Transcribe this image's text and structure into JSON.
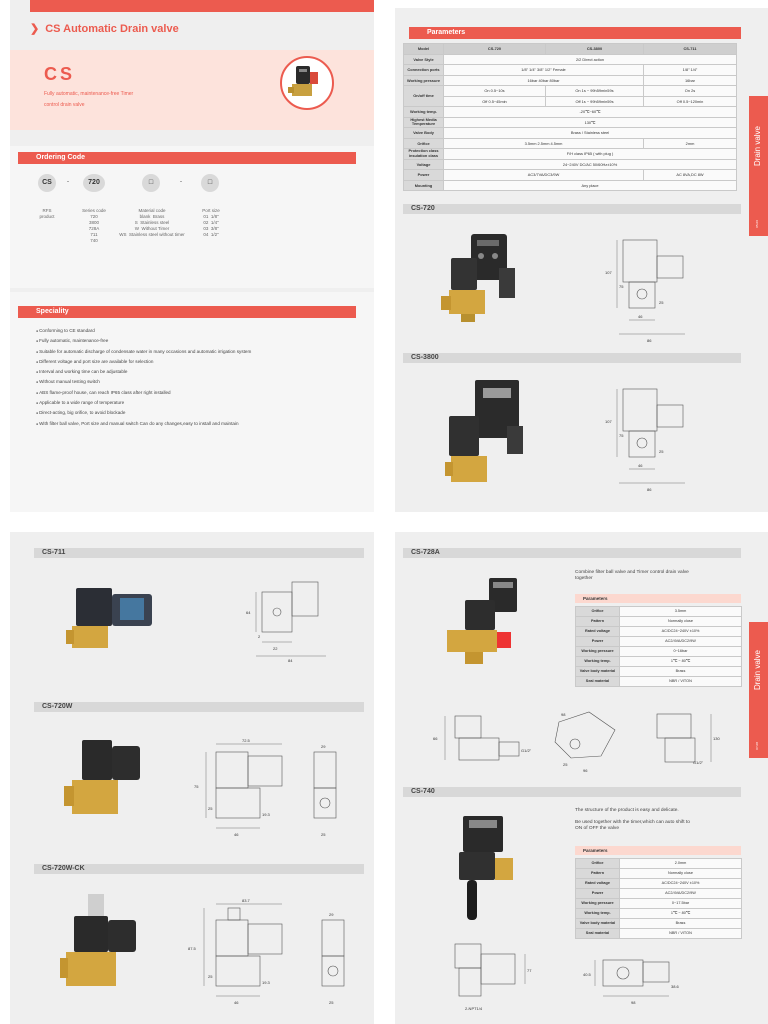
{
  "page1": {
    "title": "CS Automatic Drain valve",
    "hero": {
      "code": "CS",
      "subtitle_line1": "Fully automatic, maintenance-free Timer",
      "subtitle_line2": "control drain valve"
    },
    "ordering": {
      "header": "Ordering Code",
      "boxes": [
        "CS",
        "720",
        "□",
        "□"
      ],
      "captions": [
        "RFS\nproduct",
        "Series code\n720\n3800\n728A\n711\n740",
        "Material code\nblank  Brass\nS  Stainless steel\nW  Without Timer\nWS  Stainless steel without timer",
        "Port size\n01  1/8\"\n02  1/4\"\n03  3/8\"\n04  1/2\""
      ]
    },
    "speciality": {
      "header": "Speciality",
      "items": [
        "Conforming to CE standard",
        "Fully automatic, maintenance-free",
        "Suitable for automatic discharge of condensate water in many occasions and automatic irrigation system",
        "Different voltage and port size are available for selection",
        "Interval and working time can be adjustable",
        "Without manual testing switch",
        "ABS flame-proof house, can reach IP65 class after right installed",
        "Applicable to a wide range of temperature",
        "Direct-acting, big orifice, to avoid blockade",
        "With filter ball valve, Port size and manual switch Can do any changes,easy to install and maintain"
      ]
    }
  },
  "page2": {
    "header": "Parameters",
    "table": {
      "columns": [
        "Model",
        "CS-720",
        "CS-3800",
        "CS-711"
      ],
      "rows": [
        [
          "Valve Style",
          "2/2 Direct action"
        ],
        [
          "Connection ports",
          "1/8\"   1/4\"   3/8\"   1/2\" Female",
          "1/8\"   1/4\""
        ],
        [
          "Working pressure",
          "16bar   40bar   80bar",
          "16bar"
        ],
        [
          "On/off time",
          "On 0.5~10s",
          "On 1s ~ 99h59min59s",
          "On 2s"
        ],
        [
          "",
          "Off 0.5~45min",
          "Off 1s ~ 99h59min59s",
          "Off 0.5~120min"
        ],
        [
          "Working temp.",
          "-20℃~60℃"
        ],
        [
          "Highest Media Temperature",
          "130℃"
        ],
        [
          "Valve Body",
          "Brass / Stainless steel"
        ],
        [
          "Orifice",
          "3.5mm   2.5mm   4.5mm",
          "2mm"
        ],
        [
          "Protection class insulation class",
          "F/H class   IP65 ( with plug )"
        ],
        [
          "Voltage",
          "24~240V   DC/AC   50/60Hz±10%"
        ],
        [
          "Power",
          "AC3/7VA/DC3/9W",
          "AC 8VA,DC 8W"
        ],
        [
          "Mounting",
          "Any place"
        ]
      ]
    },
    "side_label": "Drain valve",
    "side_num": "05-06",
    "models": [
      "CS-720",
      "CS-3800"
    ],
    "dims_720": [
      "107",
      "75",
      "25",
      "46",
      "86"
    ],
    "dims_3800": [
      "107",
      "75",
      "25",
      "46",
      "86"
    ]
  },
  "page3": {
    "models": [
      "CS-711",
      "CS-720W",
      "CS-720W-CK"
    ],
    "dims_711": [
      "64",
      "2",
      "22",
      "84"
    ],
    "dims_720w": [
      "72.5",
      "29",
      "75",
      "25",
      "19.3",
      "46",
      "25"
    ],
    "dims_720wck": [
      "83.7",
      "29",
      "87.5",
      "25",
      "19.3",
      "46",
      "25"
    ]
  },
  "page4": {
    "side_label": "Drain valve",
    "side_num": "07-08",
    "cs728a": {
      "title": "CS-728A",
      "desc_line1": "Combine filter ball valve and Timer control drain valve",
      "desc_line2": "together",
      "params_header": "Parameters",
      "rows": [
        [
          "Orifice",
          "3.5mm"
        ],
        [
          "Pattern",
          "Normally close"
        ],
        [
          "Rated voltage",
          "AC/DC24~240V ±10%"
        ],
        [
          "Power",
          "AC2/4VA/DC2/9W"
        ],
        [
          "Working pressure",
          "0~16bar"
        ],
        [
          "Working temp.",
          "1℃ ~ 80℃"
        ],
        [
          "Valve body material",
          "Brass"
        ],
        [
          "Seal material",
          "NBR / VITON"
        ]
      ],
      "dims": [
        "66",
        "G1/2\"",
        "98",
        "25",
        "96",
        "130",
        "G1/2\""
      ]
    },
    "cs740": {
      "title": "CS-740",
      "desc_line1": "The structure of the product is easy and delicate.",
      "desc_line2": "Be used together with the timer,which can auto shift to",
      "desc_line3": "ON of OFF the valve",
      "params_header": "Parameters",
      "rows": [
        [
          "Orifice",
          "2.0mm"
        ],
        [
          "Pattern",
          "Normally close"
        ],
        [
          "Rated voltage",
          "AC/DC24~240V ±10%"
        ],
        [
          "Power",
          "AC2/4VA/DC2/9W"
        ],
        [
          "Working pressure",
          "0~17.5bar"
        ],
        [
          "Working temp.",
          "1℃ ~ 80℃"
        ],
        [
          "Valve body material",
          "Brass"
        ],
        [
          "Seal material",
          "NBR / VITON"
        ]
      ],
      "dims": [
        "77",
        "2-NPT1/4",
        "40.5",
        "98",
        "38.6"
      ]
    }
  }
}
